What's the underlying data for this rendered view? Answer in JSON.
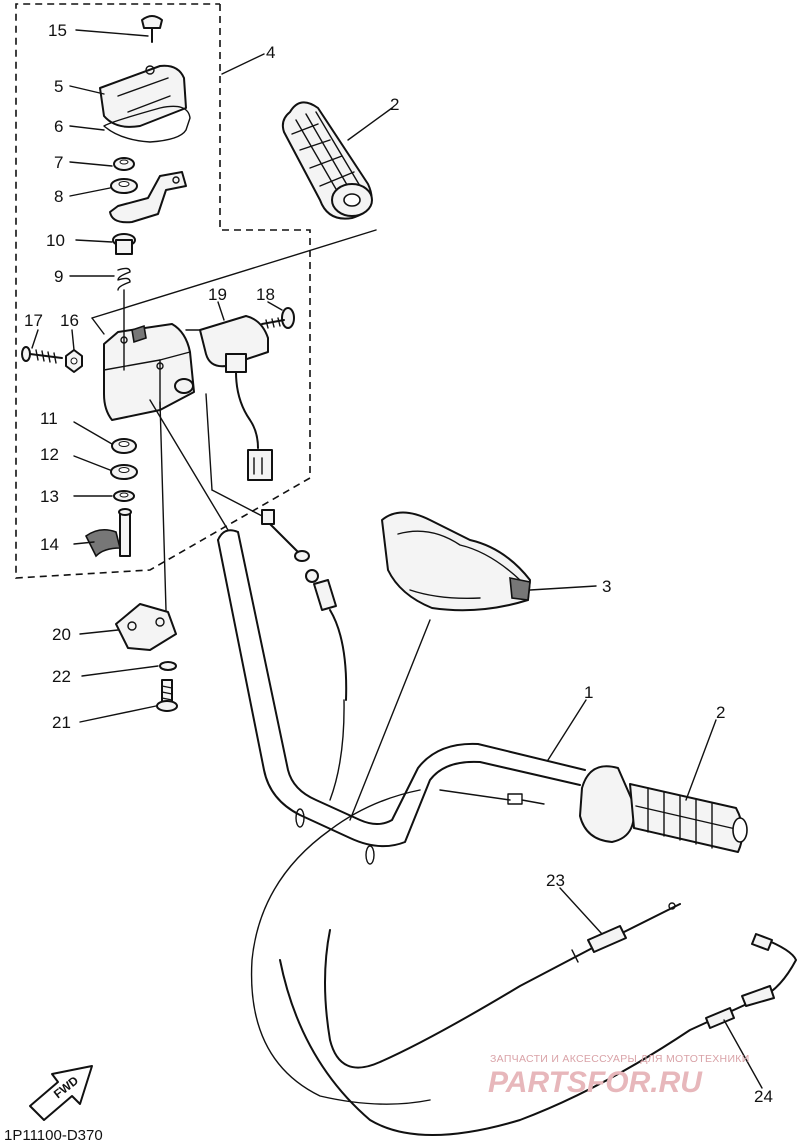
{
  "diagram": {
    "callouts": [
      {
        "id": "1",
        "text": "1"
      },
      {
        "id": "2a",
        "text": "2"
      },
      {
        "id": "2b",
        "text": "2"
      },
      {
        "id": "3",
        "text": "3"
      },
      {
        "id": "4",
        "text": "4"
      },
      {
        "id": "5",
        "text": "5"
      },
      {
        "id": "6",
        "text": "6"
      },
      {
        "id": "7",
        "text": "7"
      },
      {
        "id": "8",
        "text": "8"
      },
      {
        "id": "9",
        "text": "9"
      },
      {
        "id": "10",
        "text": "10"
      },
      {
        "id": "11",
        "text": "11"
      },
      {
        "id": "12",
        "text": "12"
      },
      {
        "id": "13",
        "text": "13"
      },
      {
        "id": "14",
        "text": "14"
      },
      {
        "id": "15",
        "text": "15"
      },
      {
        "id": "16",
        "text": "16"
      },
      {
        "id": "17",
        "text": "17"
      },
      {
        "id": "18",
        "text": "18"
      },
      {
        "id": "19",
        "text": "19"
      },
      {
        "id": "20",
        "text": "20"
      },
      {
        "id": "21",
        "text": "21"
      },
      {
        "id": "22",
        "text": "22"
      },
      {
        "id": "23",
        "text": "23"
      },
      {
        "id": "24",
        "text": "24"
      }
    ],
    "diagram_code": "1P11100-D370",
    "direction_arrow": "FWD",
    "watermark": {
      "caption": "ЗАПЧАСТИ И АКСЕССУАРЫ ДЛЯ МОТОТЕХНИКИ",
      "logo_text": "PARTSFOR.RU",
      "color": "#e7b7bb"
    }
  }
}
